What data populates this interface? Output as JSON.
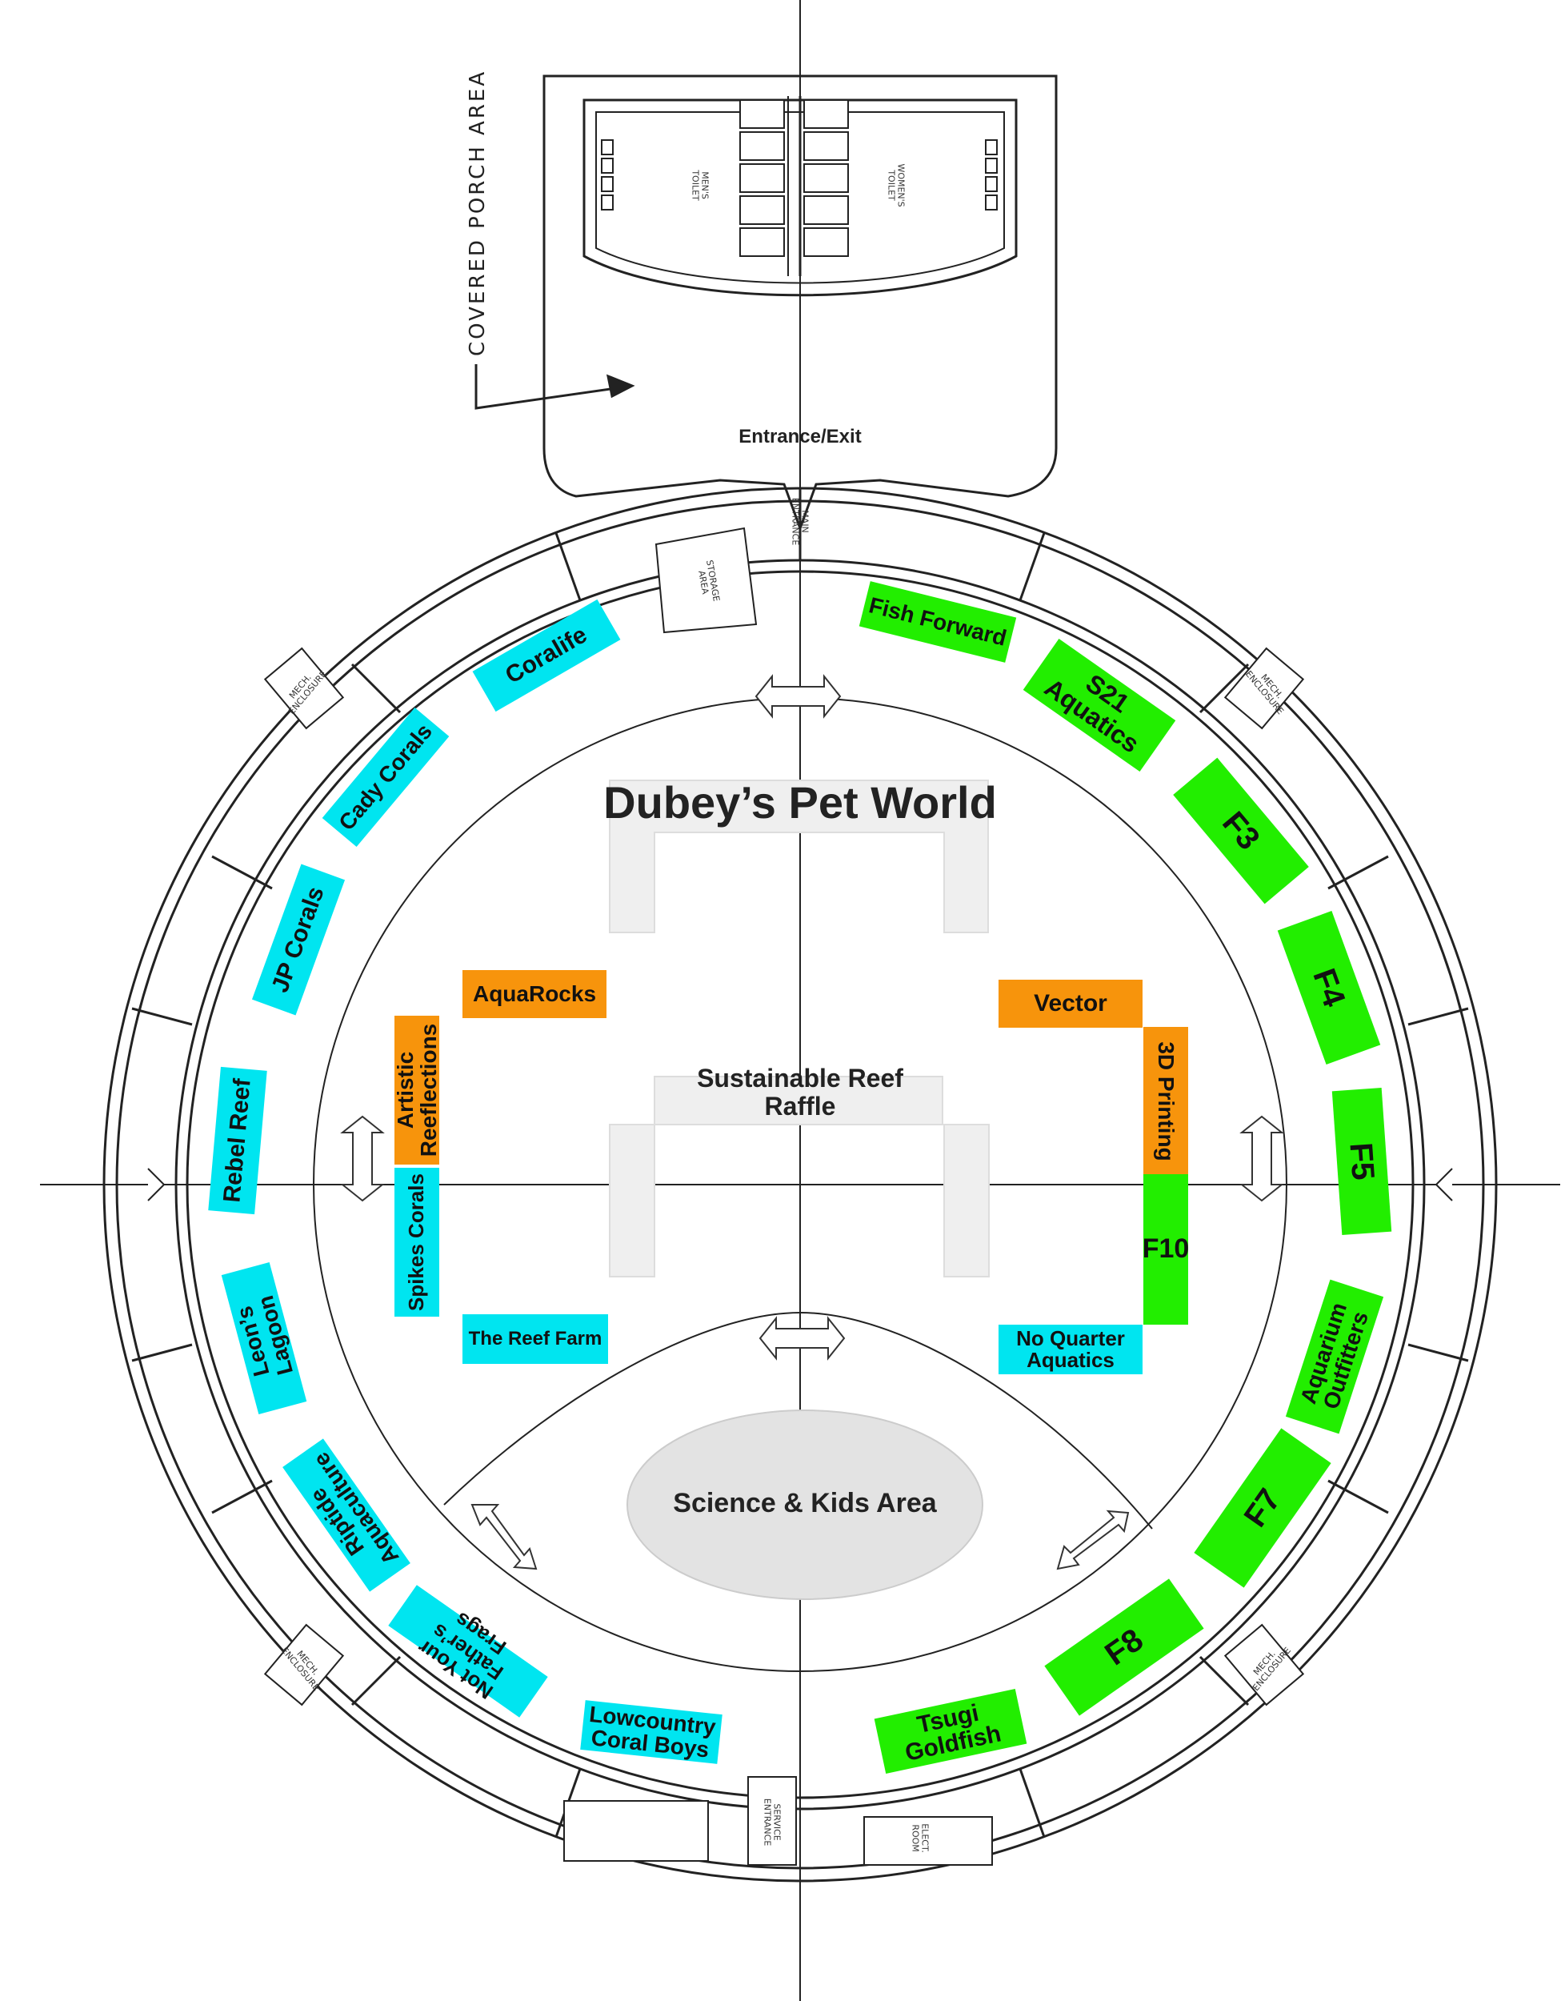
{
  "title": "Dubey’s Pet World",
  "entrance": "Entrance/Exit",
  "porch_label": "COVERED PORCH AREA",
  "center_area": "Sustainable Reef\nRaffle",
  "kids_area": "Science & Kids Area",
  "plan_labels": {
    "main_entrance": "MAIN\nENTRANCE",
    "storage": "STORAGE\nAREA",
    "service_entrance": "SERVICE\nENTRANCE",
    "elect_room": "ELECT.\nROOM",
    "mech_enclosure": "MECH.\nENCLOSURE",
    "mens_toilet": "MEN'S\nTOILET",
    "womens_toilet": "WOMEN'S\nTOILET"
  },
  "legend_colors": {
    "cyan": "#00e5f0",
    "green": "#22ee00",
    "orange": "#f7940c"
  },
  "booths": {
    "coralife": "Coralife",
    "cady_corals": "Cady Corals",
    "jp_corals": "JP Corals",
    "rebel_reef": "Rebel Reef",
    "leons_lagoon": "Leon’s\nLagoon",
    "riptide": "Riptide\nAquaculture",
    "not_your_fathers": "Not Your Father’s\nFrags",
    "lowcountry": "Lowcountry\nCoral Boys",
    "tsugi": "Tsugi\nGoldfish",
    "f8": "F8",
    "f7": "F7",
    "aquarium_outfitters": "Aquarium\nOutfitters",
    "f5": "F5",
    "f4": "F4",
    "f3": "F3",
    "s21": "S21\nAquatics",
    "fish_forward": "Fish Forward",
    "aquarocks": "AquaRocks",
    "artistic": "Artistic\nReeflections",
    "spikes": "Spikes Corals",
    "reef_farm": "The Reef Farm",
    "vector": "Vector",
    "printing3d": "3D Printing",
    "f10": "F10",
    "no_quarter": "No Quarter\nAquatics"
  }
}
